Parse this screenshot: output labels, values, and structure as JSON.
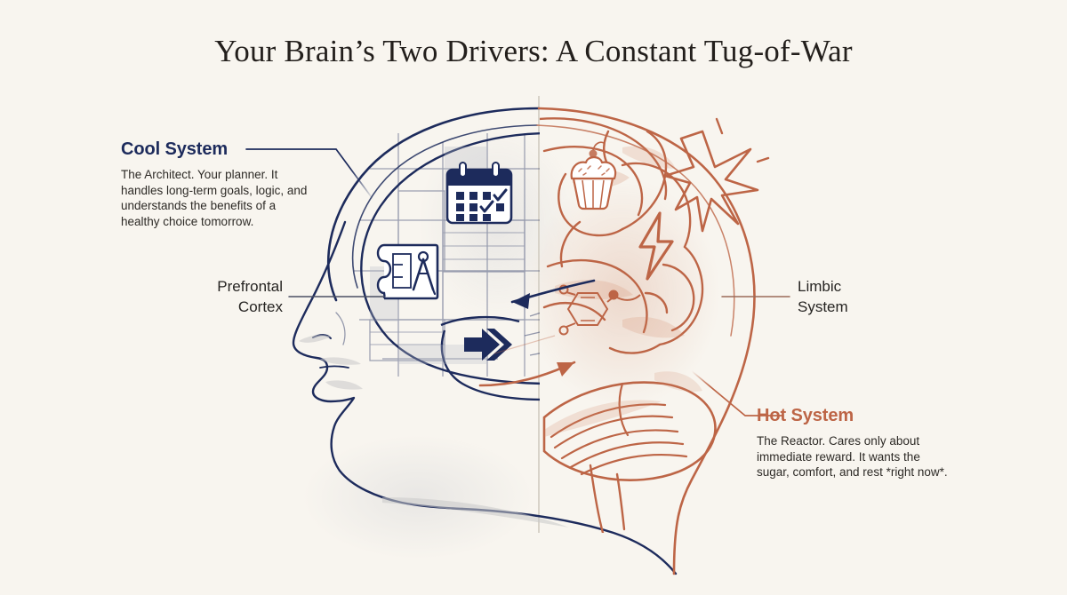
{
  "page": {
    "title": "Your Brain’s Two Drivers: A Constant Tug-of-War",
    "background_color": "#f8f5ef"
  },
  "colors": {
    "cool_navy": "#1d2b5c",
    "hot_terracotta": "#bd6546",
    "text_dark": "#262422",
    "title_text": "#231f1c",
    "divider": "#d8d3c9"
  },
  "callouts": {
    "cool": {
      "heading": "Cool System",
      "body": "The Architect. Your planner. It handles long-term goals, logic, and understands the benefits of a healthy choice tomorrow."
    },
    "hot": {
      "heading": "Hot System",
      "body": "The Reactor. Cares only about immediate reward. It wants the sugar, comfort, and rest *right now*."
    }
  },
  "anatomy_labels": {
    "prefrontal_cortex": "Prefrontal\nCortex",
    "prefrontal_cortex_line1": "Prefrontal",
    "prefrontal_cortex_line2": "Cortex",
    "limbic_system_line1": "Limbic",
    "limbic_system_line2": "System"
  },
  "illustration": {
    "description": "Side profile of a human head with brain split into two halves",
    "cool_half_icons": [
      "calendar-icon",
      "blueprint-compass-icon",
      "fast-forward-arrow-icon",
      "blueprint-grid-lines"
    ],
    "hot_half_icons": [
      "cupcake-icon",
      "lightning-bolt-icon",
      "dopamine-molecule-icon",
      "starburst-icon",
      "cerebellum-gyri"
    ],
    "flow_arrows": [
      "arrow-left-navy",
      "arrow-right-terracotta"
    ]
  }
}
